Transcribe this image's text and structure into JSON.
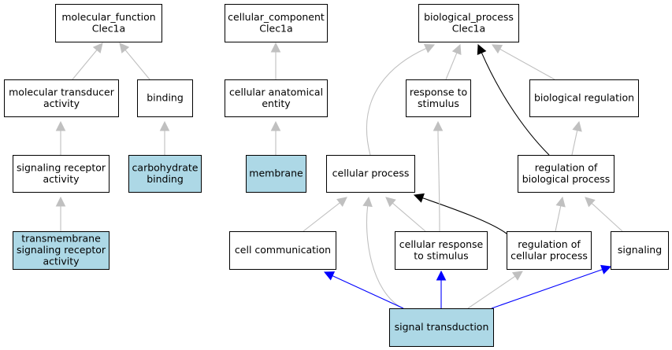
{
  "colors": {
    "plain_fill": "#ffffff",
    "highlight_fill": "#add8e6",
    "edge_gray": "#c0c0c0",
    "edge_black": "#000000",
    "edge_blue": "#0000ff"
  },
  "nodes": [
    {
      "id": "molecular_function",
      "lines": [
        "molecular_function",
        "Clec1a"
      ],
      "highlight": false
    },
    {
      "id": "cellular_component",
      "lines": [
        "cellular_component",
        "Clec1a"
      ],
      "highlight": false
    },
    {
      "id": "biological_process",
      "lines": [
        "biological_process",
        "Clec1a"
      ],
      "highlight": false
    },
    {
      "id": "molecular_transducer_activity",
      "lines": [
        "molecular transducer",
        "activity"
      ],
      "highlight": false
    },
    {
      "id": "binding",
      "lines": [
        "binding"
      ],
      "highlight": false
    },
    {
      "id": "cellular_anatomical_entity",
      "lines": [
        "cellular anatomical",
        "entity"
      ],
      "highlight": false
    },
    {
      "id": "response_to_stimulus",
      "lines": [
        "response to",
        "stimulus"
      ],
      "highlight": false
    },
    {
      "id": "biological_regulation",
      "lines": [
        "biological regulation"
      ],
      "highlight": false
    },
    {
      "id": "signaling_receptor_activity",
      "lines": [
        "signaling receptor",
        "activity"
      ],
      "highlight": false
    },
    {
      "id": "carbohydrate_binding",
      "lines": [
        "carbohydrate",
        "binding"
      ],
      "highlight": true
    },
    {
      "id": "membrane",
      "lines": [
        "membrane"
      ],
      "highlight": true
    },
    {
      "id": "cellular_process",
      "lines": [
        "cellular process"
      ],
      "highlight": false
    },
    {
      "id": "regulation_of_biological_process",
      "lines": [
        "regulation of",
        "biological process"
      ],
      "highlight": false
    },
    {
      "id": "transmembrane_signaling_receptor_activity",
      "lines": [
        "transmembrane",
        "signaling receptor",
        "activity"
      ],
      "highlight": true
    },
    {
      "id": "cell_communication",
      "lines": [
        "cell communication"
      ],
      "highlight": false
    },
    {
      "id": "cellular_response_to_stimulus",
      "lines": [
        "cellular response",
        "to stimulus"
      ],
      "highlight": false
    },
    {
      "id": "regulation_of_cellular_process",
      "lines": [
        "regulation of",
        "cellular process"
      ],
      "highlight": false
    },
    {
      "id": "signaling",
      "lines": [
        "signaling"
      ],
      "highlight": false
    },
    {
      "id": "signal_transduction",
      "lines": [
        "signal transduction"
      ],
      "highlight": true
    }
  ],
  "edges": [
    {
      "from": "molecular_transducer_activity",
      "to": "molecular_function",
      "color": "gray"
    },
    {
      "from": "binding",
      "to": "molecular_function",
      "color": "gray"
    },
    {
      "from": "signaling_receptor_activity",
      "to": "molecular_transducer_activity",
      "color": "gray"
    },
    {
      "from": "carbohydrate_binding",
      "to": "binding",
      "color": "gray"
    },
    {
      "from": "transmembrane_signaling_receptor_activity",
      "to": "signaling_receptor_activity",
      "color": "gray"
    },
    {
      "from": "cellular_anatomical_entity",
      "to": "cellular_component",
      "color": "gray"
    },
    {
      "from": "membrane",
      "to": "cellular_anatomical_entity",
      "color": "gray"
    },
    {
      "from": "cellular_process",
      "to": "biological_process",
      "color": "gray"
    },
    {
      "from": "response_to_stimulus",
      "to": "biological_process",
      "color": "gray"
    },
    {
      "from": "regulation_of_biological_process",
      "to": "biological_process",
      "color": "black"
    },
    {
      "from": "biological_regulation",
      "to": "biological_process",
      "color": "gray"
    },
    {
      "from": "regulation_of_biological_process",
      "to": "biological_regulation",
      "color": "gray"
    },
    {
      "from": "cell_communication",
      "to": "cellular_process",
      "color": "gray"
    },
    {
      "from": "cellular_response_to_stimulus",
      "to": "cellular_process",
      "color": "gray"
    },
    {
      "from": "regulation_of_cellular_process",
      "to": "cellular_process",
      "color": "black"
    },
    {
      "from": "signal_transduction",
      "to": "cellular_process",
      "color": "gray"
    },
    {
      "from": "cellular_response_to_stimulus",
      "to": "response_to_stimulus",
      "color": "gray"
    },
    {
      "from": "regulation_of_cellular_process",
      "to": "regulation_of_biological_process",
      "color": "gray"
    },
    {
      "from": "signaling",
      "to": "regulation_of_biological_process",
      "color": "gray"
    },
    {
      "from": "signal_transduction",
      "to": "cell_communication",
      "color": "blue"
    },
    {
      "from": "signal_transduction",
      "to": "cellular_response_to_stimulus",
      "color": "blue"
    },
    {
      "from": "signal_transduction",
      "to": "regulation_of_cellular_process",
      "color": "gray"
    },
    {
      "from": "signal_transduction",
      "to": "signaling",
      "color": "blue"
    }
  ]
}
